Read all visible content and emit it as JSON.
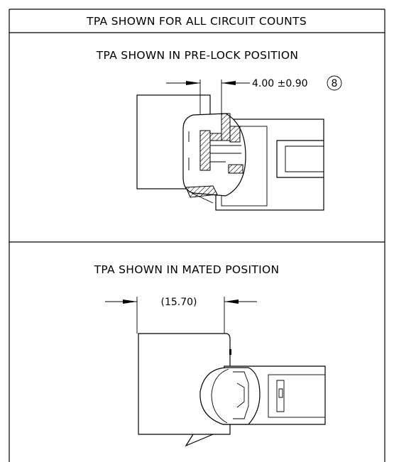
{
  "header": {
    "title": "TPA SHOWN FOR ALL CIRCUIT COUNTS"
  },
  "prelock_view": {
    "caption": "TPA SHOWN IN PRE-LOCK POSITION",
    "dimension": "4.00 ±0.90",
    "note_balloon": "8"
  },
  "mated_view": {
    "caption": "TPA SHOWN IN MATED POSITION",
    "dimension": "(15.70)"
  }
}
